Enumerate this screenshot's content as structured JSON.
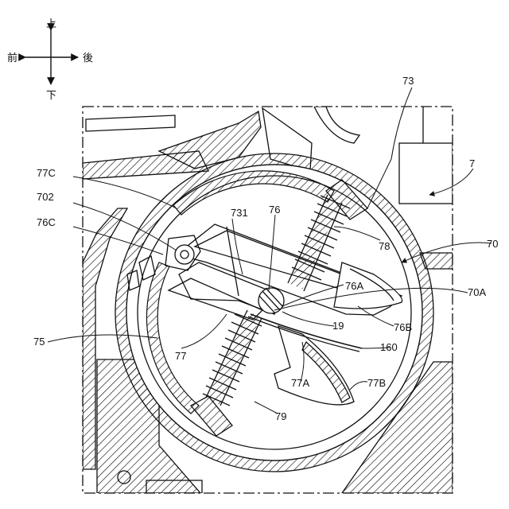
{
  "directions": {
    "up": "上",
    "down": "下",
    "front": "前",
    "back": "後"
  },
  "labels": {
    "l73": "73",
    "l7": "7",
    "l70": "70",
    "l70A": "70A",
    "l77C": "77C",
    "l702": "702",
    "l76C": "76C",
    "l731": "731",
    "l76": "76",
    "l78": "78",
    "l76A": "76A",
    "l19": "19",
    "l76B": "76B",
    "l75": "75",
    "l77": "77",
    "l160": "160",
    "l77A": "77A",
    "l77B": "77B",
    "l79": "79"
  },
  "colors": {
    "line": "#111111",
    "background": "#ffffff"
  }
}
